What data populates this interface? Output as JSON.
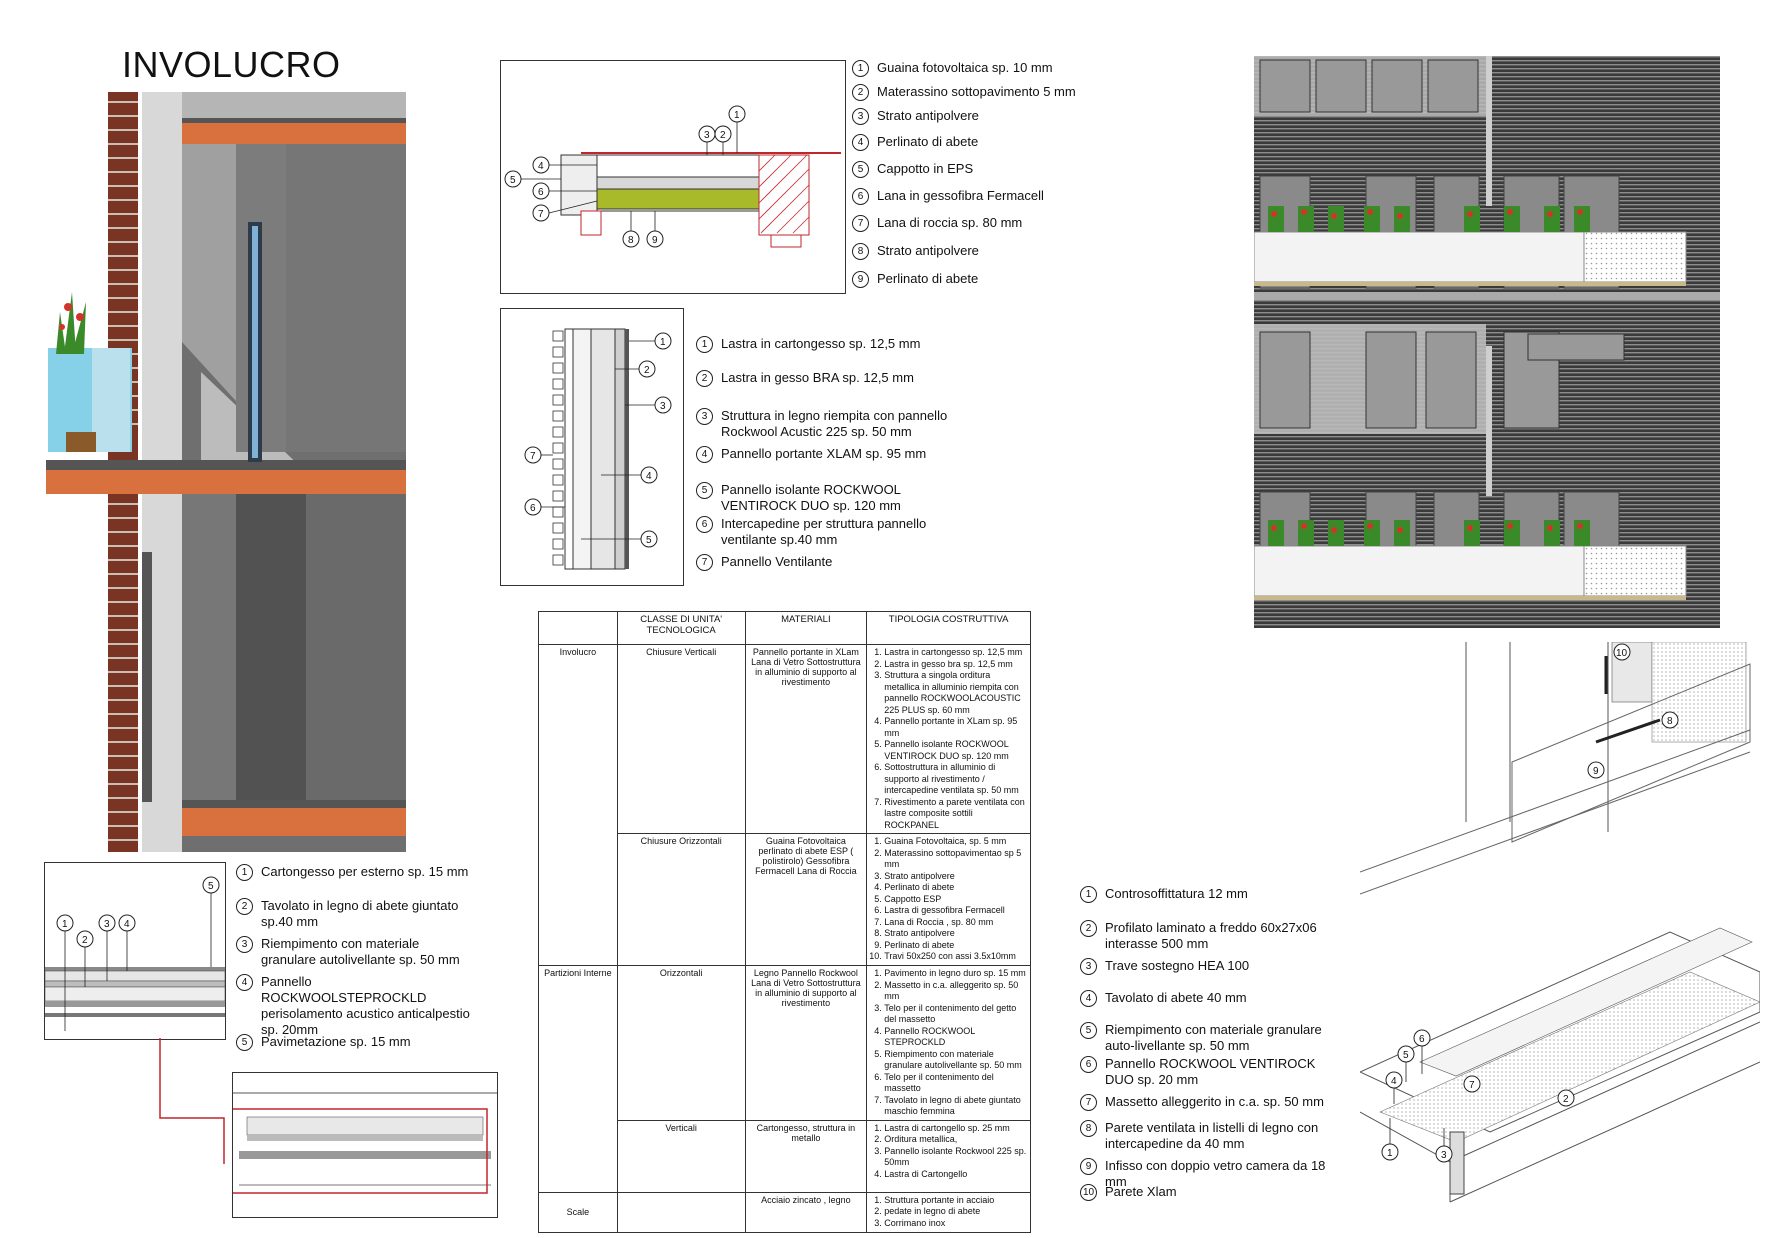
{
  "page_title": "INVOLUCRO",
  "roof_legend": [
    {
      "n": "1",
      "text": "Guaina fotovoltaica sp. 10 mm"
    },
    {
      "n": "2",
      "text": "Materassino sottopavimento 5 mm"
    },
    {
      "n": "3",
      "text": "Strato antipolvere"
    },
    {
      "n": "4",
      "text": "Perlinato di abete"
    },
    {
      "n": "5",
      "text": "Cappotto in EPS"
    },
    {
      "n": "6",
      "text": "Lana in gessofibra Fermacell"
    },
    {
      "n": "7",
      "text": "Lana di roccia sp. 80 mm"
    },
    {
      "n": "8",
      "text": "Strato antipolvere"
    },
    {
      "n": "9",
      "text": "Perlinato di abete"
    }
  ],
  "wall_legend": [
    {
      "n": "1",
      "text": "Lastra in cartongesso sp. 12,5 mm"
    },
    {
      "n": "2",
      "text": "Lastra in gesso BRA sp. 12,5 mm"
    },
    {
      "n": "3",
      "text": "Struttura in legno riempita con pannello Rockwool Acustic 225 sp. 50 mm"
    },
    {
      "n": "4",
      "text": "Pannello portante XLAM sp. 95 mm"
    },
    {
      "n": "5",
      "text": "Pannello isolante ROCKWOOL VENTIROCK DUO sp. 120 mm"
    },
    {
      "n": "6",
      "text": "Intercapedine per struttura pannello ventilante sp.40 mm"
    },
    {
      "n": "7",
      "text": "Pannello Ventilante"
    }
  ],
  "floor_legend": [
    {
      "n": "1",
      "text": "Cartongesso per esterno sp. 15 mm"
    },
    {
      "n": "2",
      "text": "Tavolato in legno di abete giuntato sp.40 mm"
    },
    {
      "n": "3",
      "text": "Riempimento con materiale granulare autolivellante sp. 50 mm"
    },
    {
      "n": "4",
      "text": "Pannello ROCKWOOLSTEPROCKLD perisolamento acustico anticalpestio sp. 20mm"
    },
    {
      "n": "5",
      "text": "Pavimetazione sp. 15 mm"
    }
  ],
  "detail_legend": [
    {
      "n": "1",
      "text": "Controsoffittatura 12 mm"
    },
    {
      "n": "2",
      "text": "Profilato laminato a freddo 60x27x06 interasse 500 mm"
    },
    {
      "n": "3",
      "text": "Trave sostegno HEA 100"
    },
    {
      "n": "4",
      "text": "Tavolato di abete 40 mm"
    },
    {
      "n": "5",
      "text": "Riempimento con materiale granulare auto-livellante sp. 50 mm"
    },
    {
      "n": "6",
      "text": "Pannello ROCKWOOL VENTIROCK DUO sp. 20 mm"
    },
    {
      "n": "7",
      "text": "Massetto alleggerito in c.a. sp. 50 mm"
    },
    {
      "n": "8",
      "text": "Parete ventilata in listelli di legno con intercapedine da 40 mm"
    },
    {
      "n": "9",
      "text": "Infisso con doppio vetro camera da 18 mm"
    },
    {
      "n": "10",
      "text": "Parete Xlam"
    }
  ],
  "table": {
    "headers": [
      "",
      "CLASSE DI UNITA' TECNOLOGICA",
      "MATERIALI",
      "TIPOLOGIA COSTRUTTIVA"
    ],
    "groups": [
      {
        "label": "Involucro",
        "rows": [
          {
            "classe": "Chiusure Verticali",
            "materiali": "Pannello portante in XLam Lana di Vetro Sottostruttura in alluminio di supporto al rivestimento",
            "items": [
              "Lastra in cartongesso sp. 12,5 mm",
              "Lastra in gesso bra sp. 12,5 mm",
              "Struttura a singola orditura metallica in alluminio riempita con pannello ROCKWOOLACOUSTIC 225 PLUS sp. 60 mm",
              "Pannello portante in XLam sp. 95 mm",
              "Pannello isolante ROCKWOOL VENTIROCK DUO sp. 120 mm",
              "Sottostruttura in alluminio di supporto al rivestimento / intercapedine ventilata sp. 50 mm",
              "Rivestimento a parete ventilata con lastre composite sottili ROCKPANEL"
            ]
          },
          {
            "classe": "Chiusure Orizzontali",
            "materiali": "Guaina Fotovoltaica perlinato di abete ESP ( polistirolo) Gessofibra Fermacell Lana di Roccia",
            "items": [
              "Guaina Fotovoltaica, sp. 5 mm",
              "Materassino sottopavimentao sp 5 mm",
              "Strato antipolvere",
              "Perlinato di abete",
              "Cappotto ESP",
              "Lastra di gessofibra Fermacell",
              "Lana di Roccia , sp. 80 mm",
              "Strato antipolvere",
              "Perlinato di abete",
              "Travi 50x250 con assi 3.5x10mm"
            ]
          }
        ]
      },
      {
        "label": "Partizioni Interne",
        "rows": [
          {
            "classe": "Orizzontali",
            "materiali": "Legno Pannello Rockwool Lana di Vetro Sottostruttura in alluminio di supporto al rivestimento",
            "items": [
              "Pavimento in legno duro sp. 15 mm",
              "Massetto in c.a. alleggerito sp. 50 mm",
              "Telo per il contenimento del getto del massetto",
              "Pannello ROCKWOOL STEPROCKLD",
              "Riempimento con materiale granulare autolivellante sp. 50 mm",
              "Telo per il contenimento del massetto",
              "Tavolato in legno di abete giuntato maschio femmina"
            ]
          },
          {
            "classe": "Verticali",
            "materiali": "Cartongesso, struttura in metallo",
            "items": [
              "Lastra di cartongello sp. 25 mm",
              "Orditura metallica,",
              "Pannello isolante Rockwool 225 sp. 50mm",
              "Lastra di Cartongello"
            ]
          }
        ]
      },
      {
        "label": "Scale",
        "rows": [
          {
            "classe": "",
            "materiali": "Acciaio zincato , legno",
            "items": [
              "Struttura portante in acciaio",
              "pedate in legno di abete",
              "Corrimano inox"
            ]
          }
        ]
      }
    ]
  },
  "colors": {
    "brick": "#7a3424",
    "slab": "#d9713f",
    "glass": "#86d0e8",
    "insulation_green": "#a8b92a",
    "red_line": "#c0272d",
    "facade_dark": "#3a3a3a"
  }
}
